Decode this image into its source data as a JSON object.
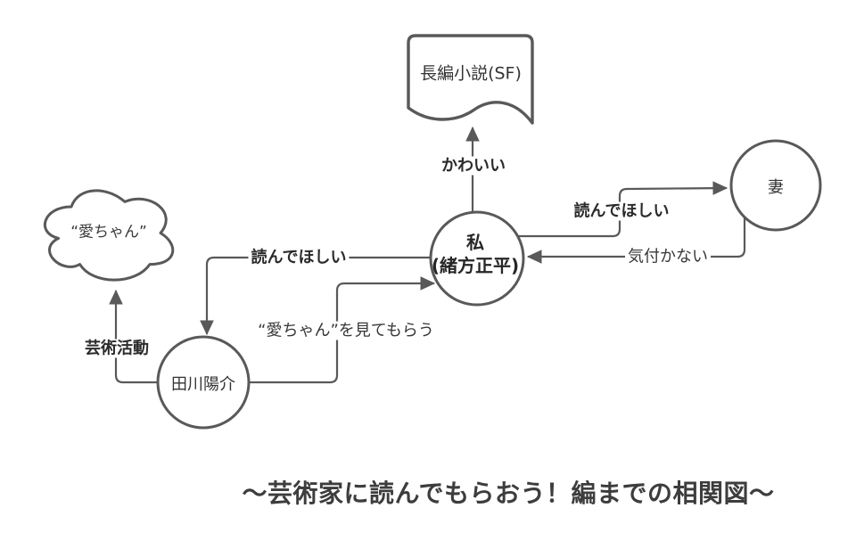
{
  "title": "〜芸術家に読んでもらおう！編までの相関図〜",
  "nodes": {
    "novel": {
      "label": "長編小説(SF)",
      "shape": "document"
    },
    "me": {
      "label": "私\n(緒方正平)",
      "shape": "circle"
    },
    "wife": {
      "label": "妻",
      "shape": "circle"
    },
    "tagawa": {
      "label": "田川陽介",
      "shape": "circle"
    },
    "aichan": {
      "label": "“愛ちゃん”",
      "shape": "cloud"
    }
  },
  "edges": [
    {
      "id": "me-to-novel",
      "from": "私(緒方正平)",
      "to": "長編小説(SF)",
      "label": "かわいい"
    },
    {
      "id": "me-to-wife",
      "from": "私(緒方正平)",
      "to": "妻",
      "label": "読んでほしい"
    },
    {
      "id": "wife-to-me",
      "from": "妻",
      "to": "私(緒方正平)",
      "label": "気付かない"
    },
    {
      "id": "me-to-tagawa",
      "from": "私(緒方正平)",
      "to": "田川陽介",
      "label": "読んでほしい"
    },
    {
      "id": "tagawa-to-me",
      "from": "田川陽介",
      "to": "私(緒方正平)",
      "label": "“愛ちゃん”を見てもらう"
    },
    {
      "id": "tagawa-to-aichan",
      "from": "田川陽介",
      "to": "“愛ちゃん”",
      "label": "芸術活動"
    }
  ],
  "colors": {
    "stroke": "#595959",
    "node_text": "#333333",
    "title_text": "#3d3d3d",
    "background": "#ffffff"
  }
}
